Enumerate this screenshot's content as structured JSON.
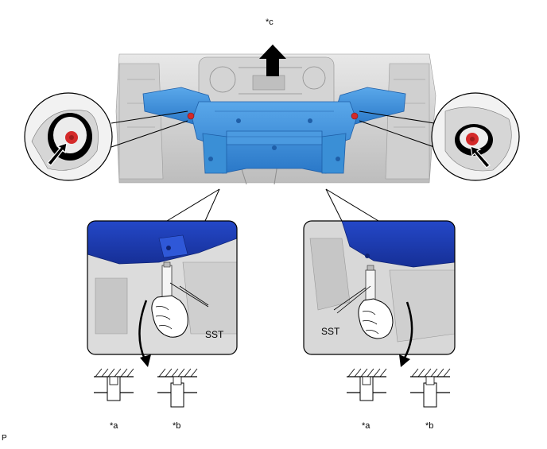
{
  "labels": {
    "direction": "*c",
    "plug_a_left": "*a",
    "plug_b_left": "*b",
    "plug_a_right": "*a",
    "plug_b_right": "*b",
    "tool_left": "SST",
    "tool_right": "SST",
    "footer_mark": "P"
  },
  "colors": {
    "crossmember": "#3a8fd6",
    "crossmember_dark": "#1f5fa8",
    "blue_panel": "#1a3fb5",
    "pin_red": "#d42a2a",
    "chassis_gray": "#c8c8c8",
    "line": "#000000"
  },
  "icons": {
    "arrow_up": "direction-arrow-icon",
    "arrow_pointer": "pointer-arrow-icon",
    "hand": "hand-icon"
  }
}
